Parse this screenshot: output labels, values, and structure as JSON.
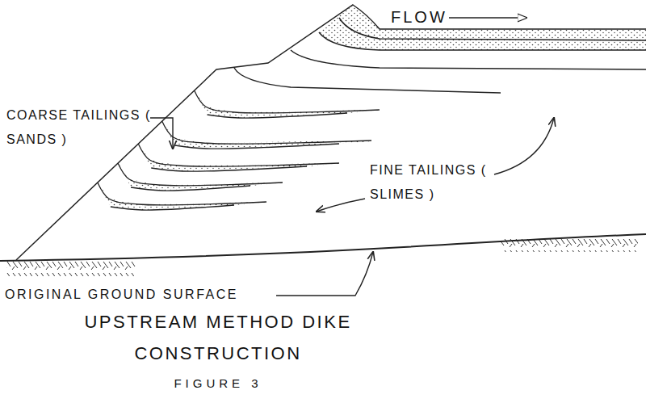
{
  "diagram": {
    "title": "UPSTREAM METHOD DIKE CONSTRUCTION",
    "caption": "FIGURE 3",
    "labels": [
      "FLOW",
      "COARSE TAILINGS ( SANDS )",
      "FINE TAILINGS ( SLIMES )",
      "ORIGINAL GROUND SURFACE"
    ]
  }
}
